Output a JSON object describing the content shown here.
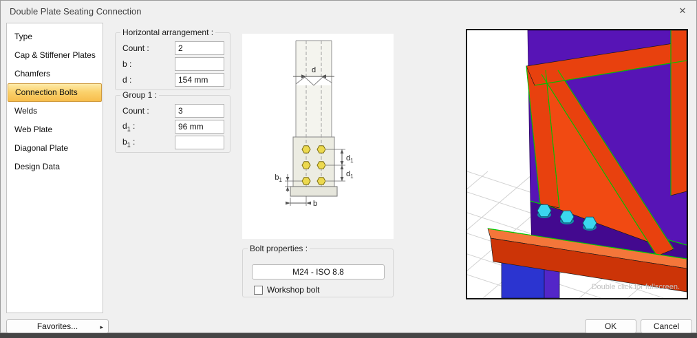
{
  "window": {
    "title": "Double Plate Seating Connection",
    "close_glyph": "✕"
  },
  "sidebar": {
    "items": [
      {
        "label": "Type"
      },
      {
        "label": "Cap & Stiffener Plates"
      },
      {
        "label": "Chamfers"
      },
      {
        "label": "Connection Bolts",
        "selected": true
      },
      {
        "label": "Welds"
      },
      {
        "label": "Web Plate"
      },
      {
        "label": "Diagonal Plate"
      },
      {
        "label": "Design Data"
      }
    ]
  },
  "horizontal": {
    "title": "Horizontal arrangement :",
    "rows": [
      {
        "label": "Count :",
        "value": "2"
      },
      {
        "label": "b :",
        "value": ""
      },
      {
        "label": "d :",
        "value": "154 mm"
      }
    ]
  },
  "group1": {
    "title": "Group 1 :",
    "rows": [
      {
        "label": "Count :",
        "value": "3"
      },
      {
        "base": "d",
        "sub": "1",
        "suffix": " :",
        "value": "96 mm"
      },
      {
        "base": "b",
        "sub": "1",
        "suffix": " :",
        "value": ""
      }
    ]
  },
  "diagram": {
    "d": "d",
    "d1_base": "d",
    "d1_sub": "1",
    "b1_base": "b",
    "b1_sub": "1",
    "b": "b"
  },
  "bolt_properties": {
    "title": "Bolt properties :",
    "bolt_spec": "M24 - ISO 8.8",
    "workshop_label": "Workshop bolt",
    "workshop_checked": false
  },
  "preview": {
    "hint": "Double click for fullscreen."
  },
  "footer": {
    "favorites": "Favorites...",
    "arrow": "▸",
    "ok": "OK",
    "cancel": "Cancel"
  },
  "colors": {
    "sidebar_selected": "#f7bd4c",
    "steel_purple": "#5714b6",
    "steel_orange": "#e8410e",
    "steel_blue": "#2b34d0",
    "bolt_cyan": "#3bd7ef",
    "bolt_yellow": "#ecd94f",
    "edge_green": "#00cc00"
  }
}
